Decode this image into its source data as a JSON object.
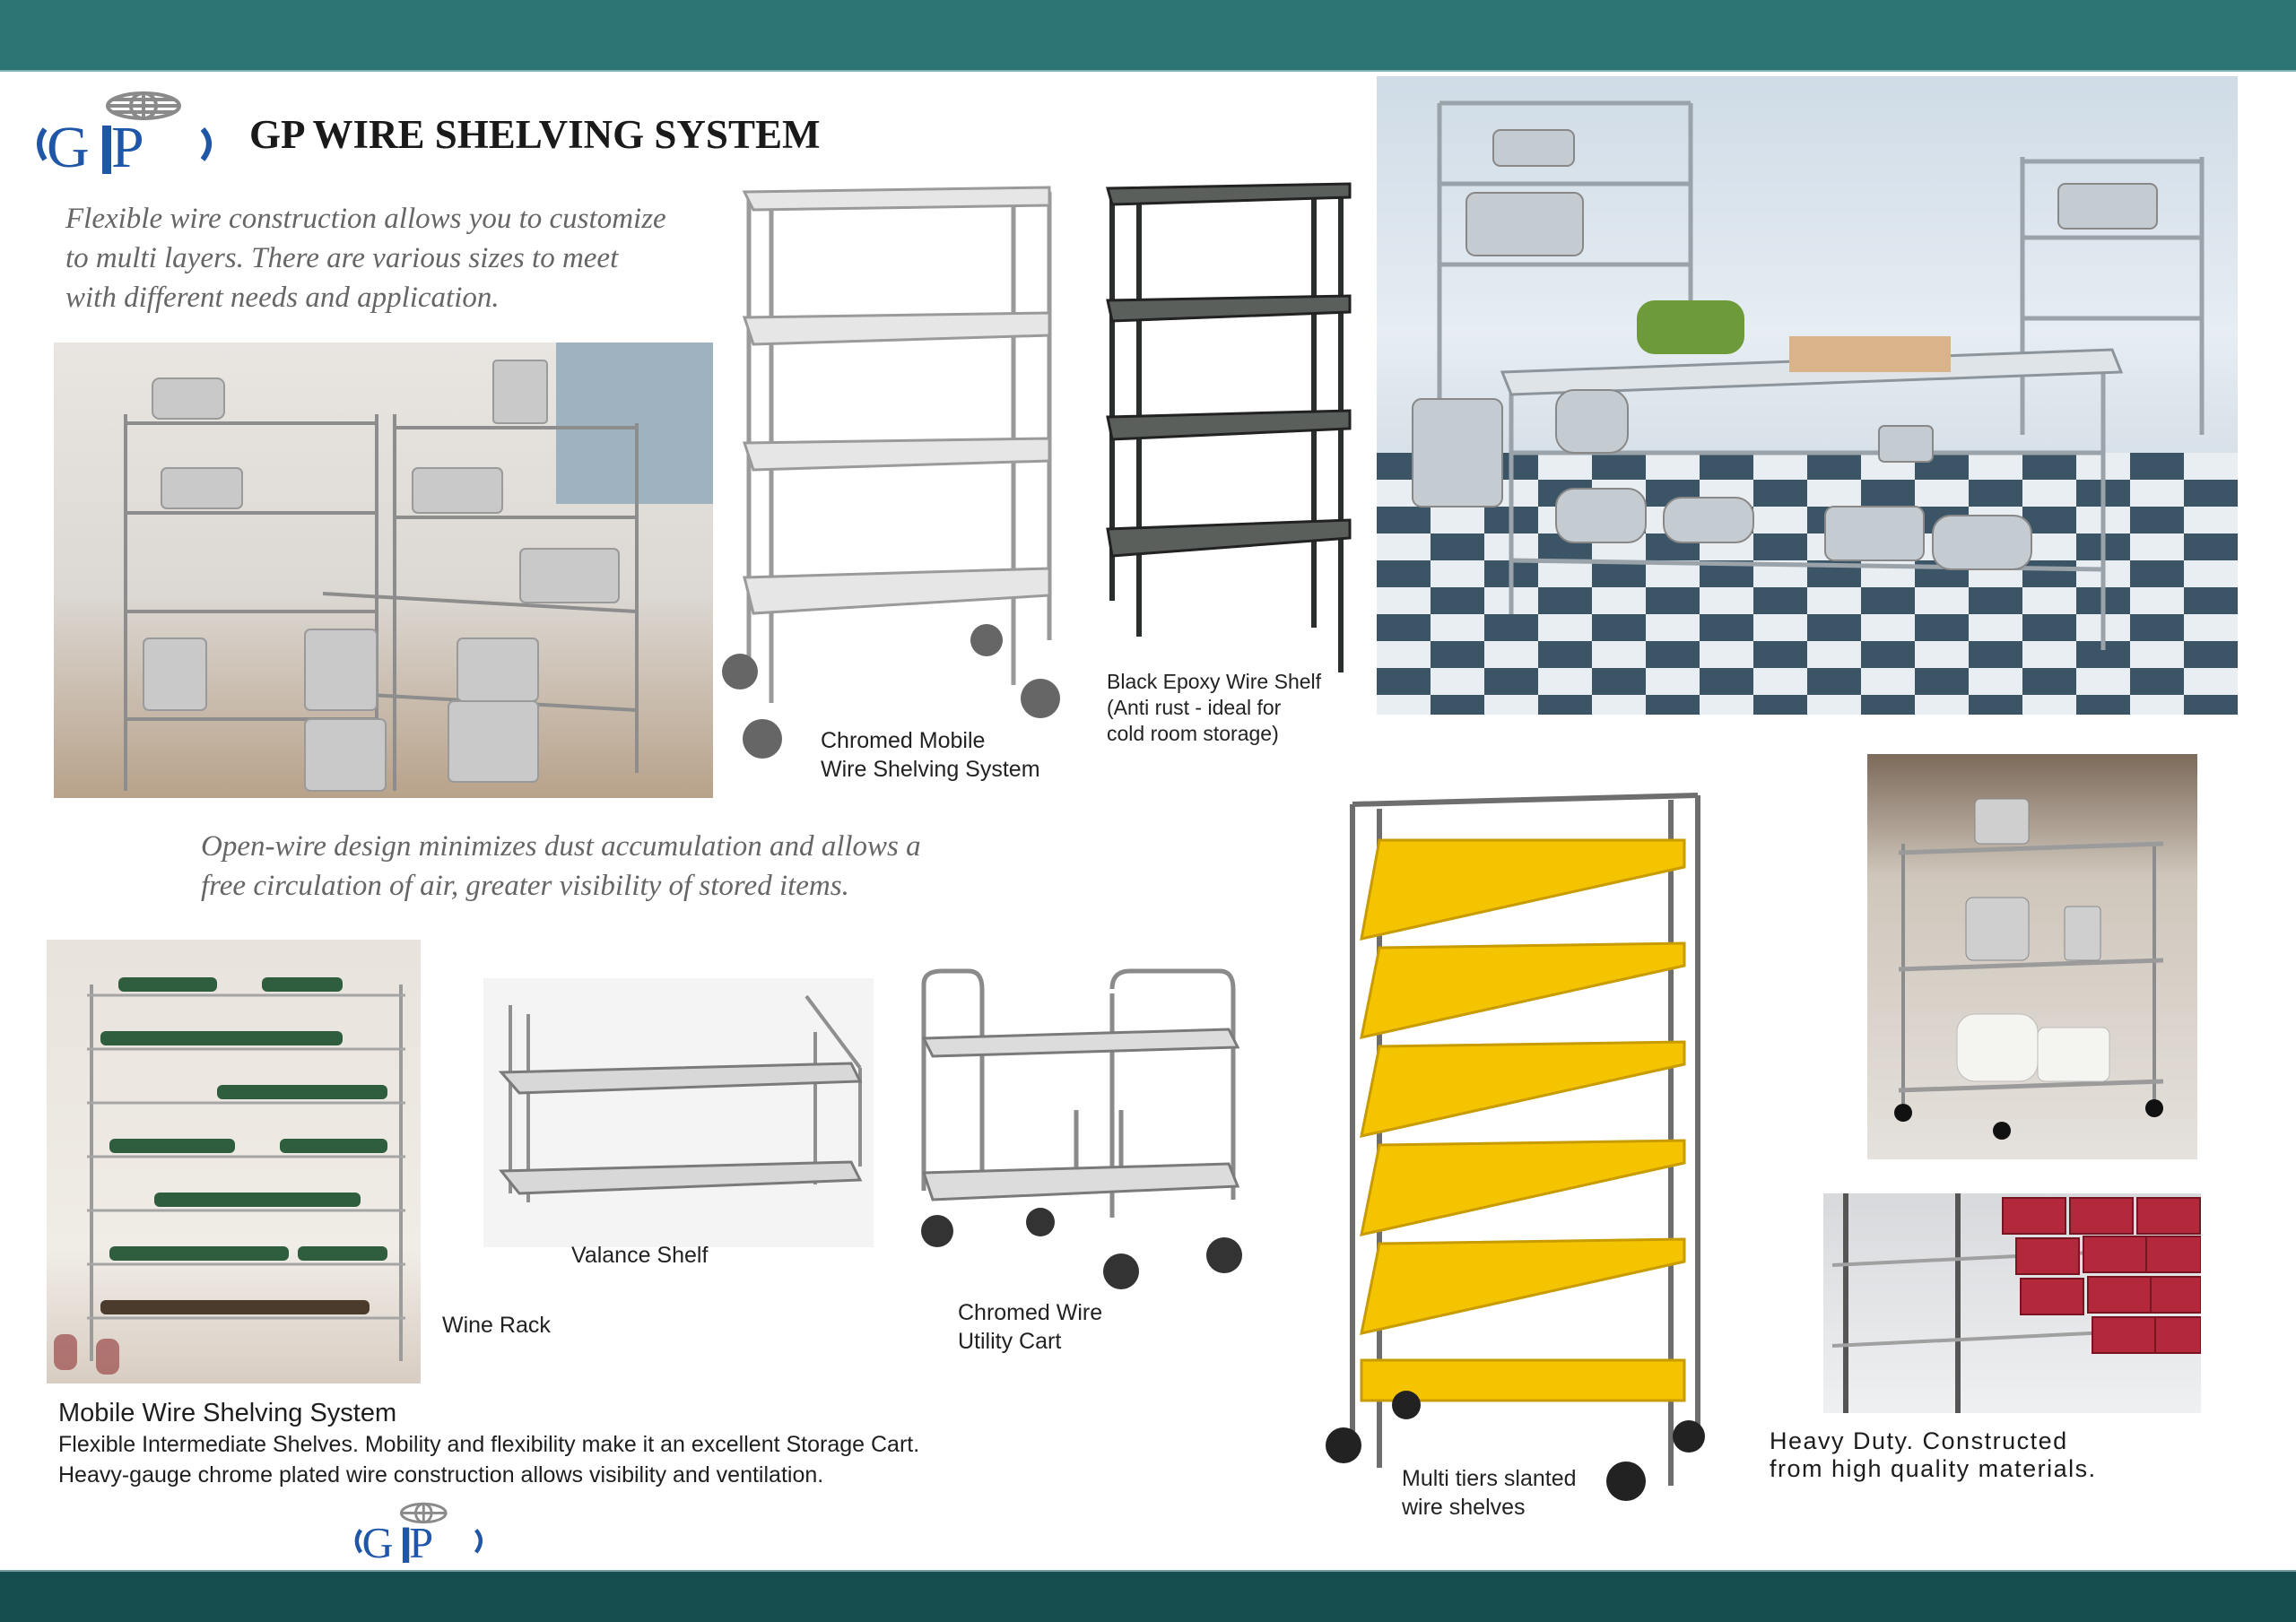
{
  "header": {
    "brand_logo_text": "GP",
    "title": "GP WIRE SHELVING SYSTEM",
    "intro_lines": [
      "Flexible wire construction allows you to customize",
      "to multi layers. There are various sizes to meet",
      "with different needs and application."
    ]
  },
  "middle_text": {
    "lines": [
      "Open-wire design minimizes dust accumulation and allows a",
      "free circulation of  air, greater visibility of  stored items."
    ]
  },
  "products": {
    "chromed_mobile": {
      "lines": [
        "Chromed Mobile",
        "Wire Shelving System"
      ]
    },
    "black_epoxy": {
      "lines": [
        "Black  Epoxy  Wire Shelf",
        "(Anti rust - ideal for",
        "cold room storage)"
      ]
    },
    "wine_rack": {
      "label": "Wine Rack"
    },
    "valance": {
      "label": "Valance Shelf"
    },
    "utility_cart": {
      "lines": [
        "Chromed Wire",
        "Utility Cart"
      ]
    },
    "slanted": {
      "lines": [
        "Multi tiers slanted",
        "wire shelves"
      ]
    },
    "heavy_duty": {
      "lines": [
        "Heavy Duty. Constructed",
        "from high quality materials."
      ]
    }
  },
  "mobile_section": {
    "heading": "Mobile Wire Shelving System",
    "lines": [
      "Flexible Intermediate Shelves.  Mobility and flexibility make it an excellent Storage Cart.",
      "Heavy-gauge chrome plated  wire construction  allows visibility and ventilation."
    ]
  },
  "colors": {
    "top_bar": "#2d7575",
    "bottom_bar": "#154d4e",
    "logo_blue": "#1f56a8",
    "slanted_bins": "#f4c400"
  }
}
